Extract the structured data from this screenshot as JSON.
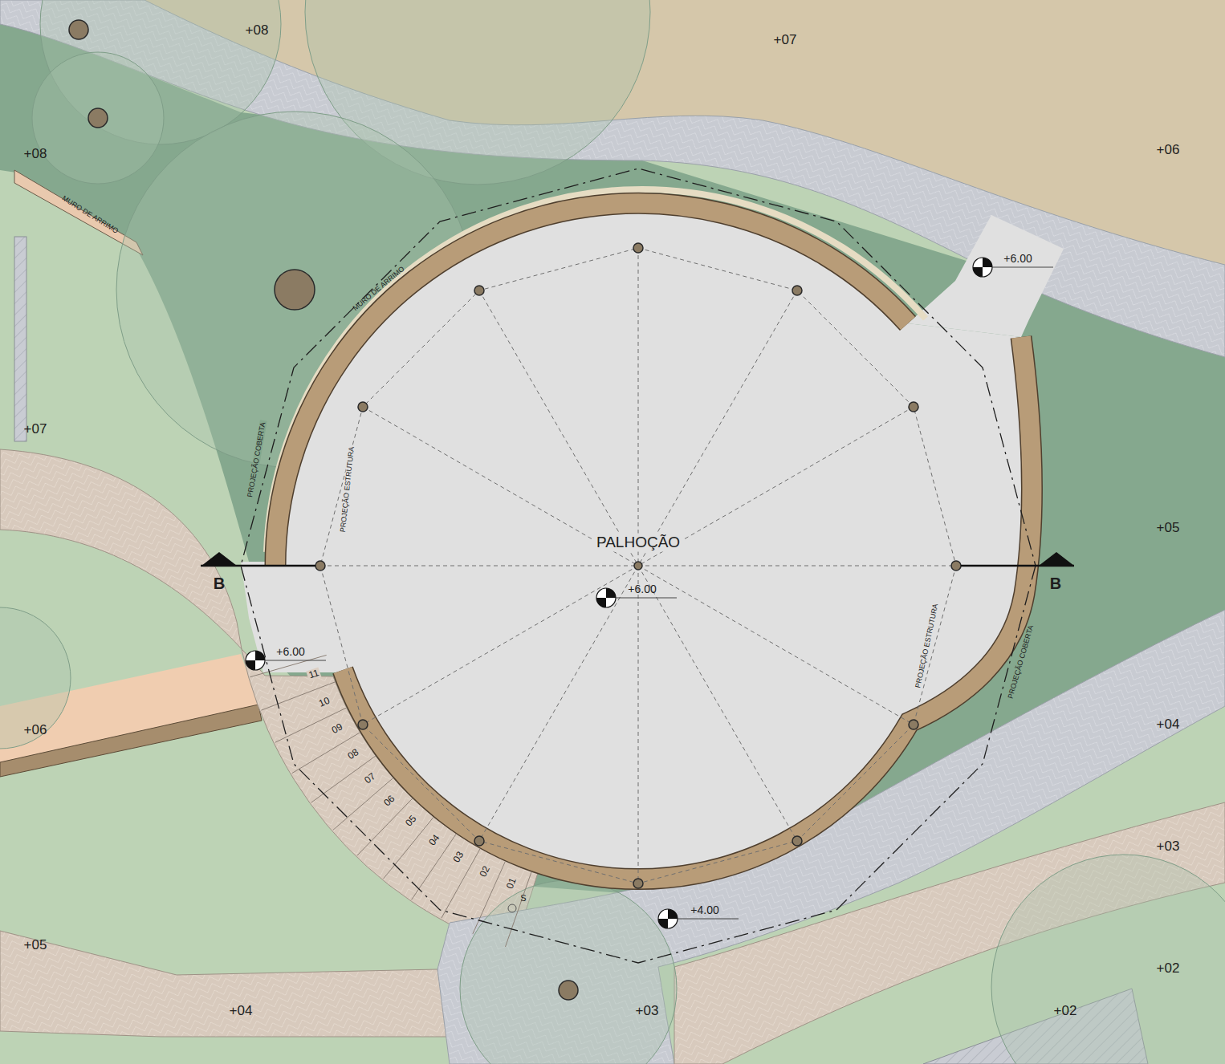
{
  "diagram": {
    "nodes": [
      {
        "text": [
          "PALHOÇÃO"
        ]
      }
    ],
    "labels": [
      "+08",
      "+07",
      "+08",
      "+06",
      "MURO DE ARRIMO",
      "+6.00",
      "MURO DE ARRIMO",
      "+07",
      "PROJEÇÃO COBERTA",
      "PROJEÇÃO ESTRUTURA",
      "+05",
      "B",
      "B",
      "+6.00",
      "PROJEÇÃO ESTRUTURA",
      "PROJEÇÃO COBERTA",
      "+6.00",
      "11",
      "10",
      "09",
      "08",
      "07",
      "06",
      "05",
      "04",
      "03",
      "02",
      "01",
      "S",
      "+04",
      "+06",
      "+03",
      "+4.00",
      "+05",
      "+02",
      "+04",
      "+03",
      "+02"
    ]
  }
}
